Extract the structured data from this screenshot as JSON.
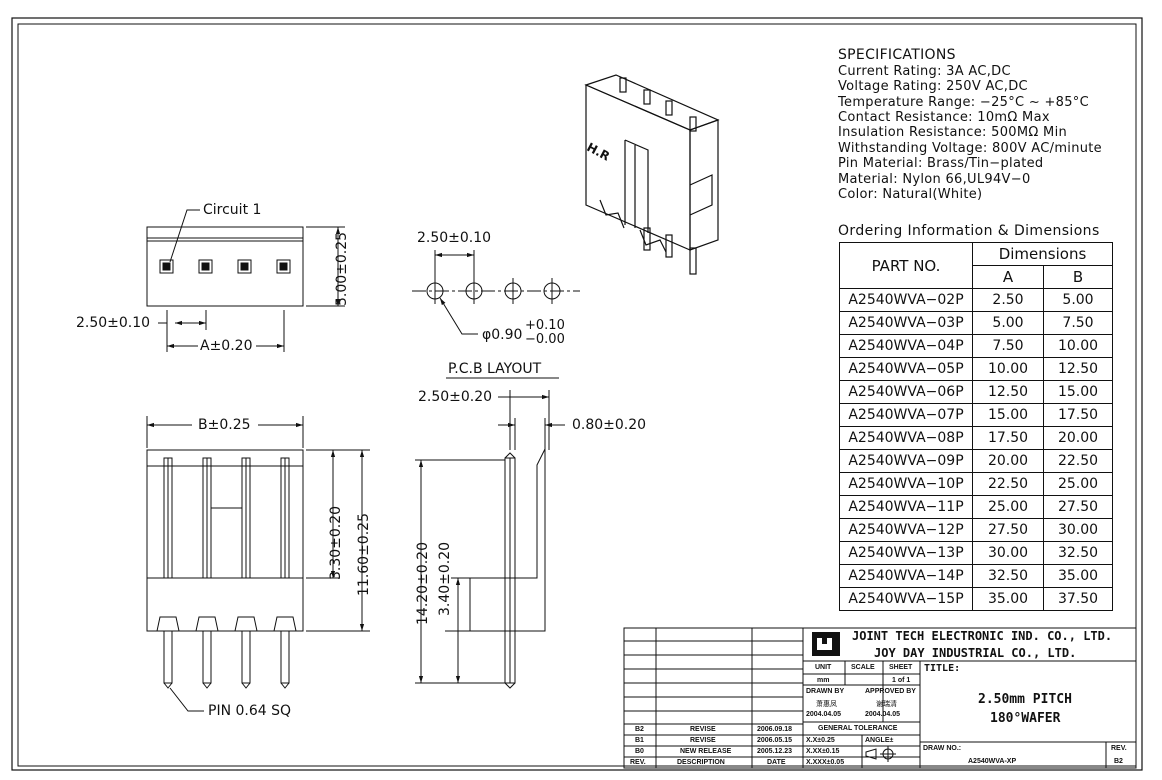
{
  "specifications": {
    "heading": "SPECIFICATIONS",
    "lines": [
      "Current Rating: 3A AC,DC",
      "Voltage Rating: 250V AC,DC",
      "Temperature Range: −25°C ~ +85°C",
      "Contact Resistance: 10mΩ Max",
      "Insulation Resistance: 500MΩ Min",
      "Withstanding Voltage: 800V AC/minute",
      "Pin Material: Brass/Tin−plated",
      "Material: Nylon 66,UL94V−0",
      "Color: Natural(White)"
    ]
  },
  "ordering": {
    "title": "Ordering Information & Dimensions",
    "part_header": "PART NO.",
    "dims_header": "Dimensions",
    "col_a": "A",
    "col_b": "B",
    "rows": [
      {
        "part": "A2540WVA−02P",
        "a": "2.50",
        "b": "5.00"
      },
      {
        "part": "A2540WVA−03P",
        "a": "5.00",
        "b": "7.50"
      },
      {
        "part": "A2540WVA−04P",
        "a": "7.50",
        "b": "10.00"
      },
      {
        "part": "A2540WVA−05P",
        "a": "10.00",
        "b": "12.50"
      },
      {
        "part": "A2540WVA−06P",
        "a": "12.50",
        "b": "15.00"
      },
      {
        "part": "A2540WVA−07P",
        "a": "15.00",
        "b": "17.50"
      },
      {
        "part": "A2540WVA−08P",
        "a": "17.50",
        "b": "20.00"
      },
      {
        "part": "A2540WVA−09P",
        "a": "20.00",
        "b": "22.50"
      },
      {
        "part": "A2540WVA−10P",
        "a": "22.50",
        "b": "25.00"
      },
      {
        "part": "A2540WVA−11P",
        "a": "25.00",
        "b": "27.50"
      },
      {
        "part": "A2540WVA−12P",
        "a": "27.50",
        "b": "30.00"
      },
      {
        "part": "A2540WVA−13P",
        "a": "30.00",
        "b": "32.50"
      },
      {
        "part": "A2540WVA−14P",
        "a": "32.50",
        "b": "35.00"
      },
      {
        "part": "A2540WVA−15P",
        "a": "35.00",
        "b": "37.50"
      }
    ]
  },
  "drawing": {
    "circuit_label": "Circuit 1",
    "top_pitch": "2.50±0.10",
    "dim_a": "A±0.20",
    "top_height": "5.00±0.25",
    "pcb_pitch": "2.50±0.10",
    "hole": "φ0.90",
    "hole_tol_plus": "+0.10",
    "hole_tol_minus": "−0.00",
    "pcb_layout": "P.C.B LAYOUT",
    "dim_b": "B±0.25",
    "h_330": "3.30±0.20",
    "h_1160": "11.60±0.25",
    "side_pitch": "2.50±0.20",
    "side_080": "0.80±0.20",
    "side_1420": "14.20±0.20",
    "side_340": "3.40±0.20",
    "pin_note": "PIN 0.64 SQ",
    "logo_mark": "H.R"
  },
  "title_block": {
    "company1": "JOINT TECH ELECTRONIC IND. CO., LTD.",
    "company2": "JOY DAY INDUSTRIAL CO., LTD.",
    "unit_label": "UNIT",
    "unit_value": "mm",
    "scale_label": "SCALE",
    "sheet_label": "SHEET",
    "sheet_value": "1 of 1",
    "title_label": "TITLE:",
    "title_line1": "2.50mm PITCH",
    "title_line2": "180°WAFER",
    "drawn_by_label": "DRAWN BY",
    "drawn_by_name": "萧惠凤",
    "drawn_by_date": "2004.04.05",
    "approved_by_label": "APPROVED BY",
    "approved_by_name": "谢瑞清",
    "approved_by_date": "2004.04.05",
    "gen_tol_label": "GENERAL TOLERANCE",
    "tol1": "X.X±0.25",
    "tol2": "X.XX±0.15",
    "tol3": "X.XXX±0.05",
    "angle_label": "ANGLE±",
    "draw_no_label": "DRAW NO.:",
    "draw_no": "A2540WVA-XP",
    "rev_label": "REV.",
    "rev_value": "B2",
    "col_rev": "REV.",
    "col_desc": "DESCRIPTION",
    "col_date": "DATE",
    "revisions": [
      {
        "rev": "B2",
        "desc": "REVISE",
        "date": "2006.09.18"
      },
      {
        "rev": "B1",
        "desc": "REVISE",
        "date": "2006.05.15"
      },
      {
        "rev": "B0",
        "desc": "NEW RELEASE",
        "date": "2005.12.23"
      }
    ]
  }
}
